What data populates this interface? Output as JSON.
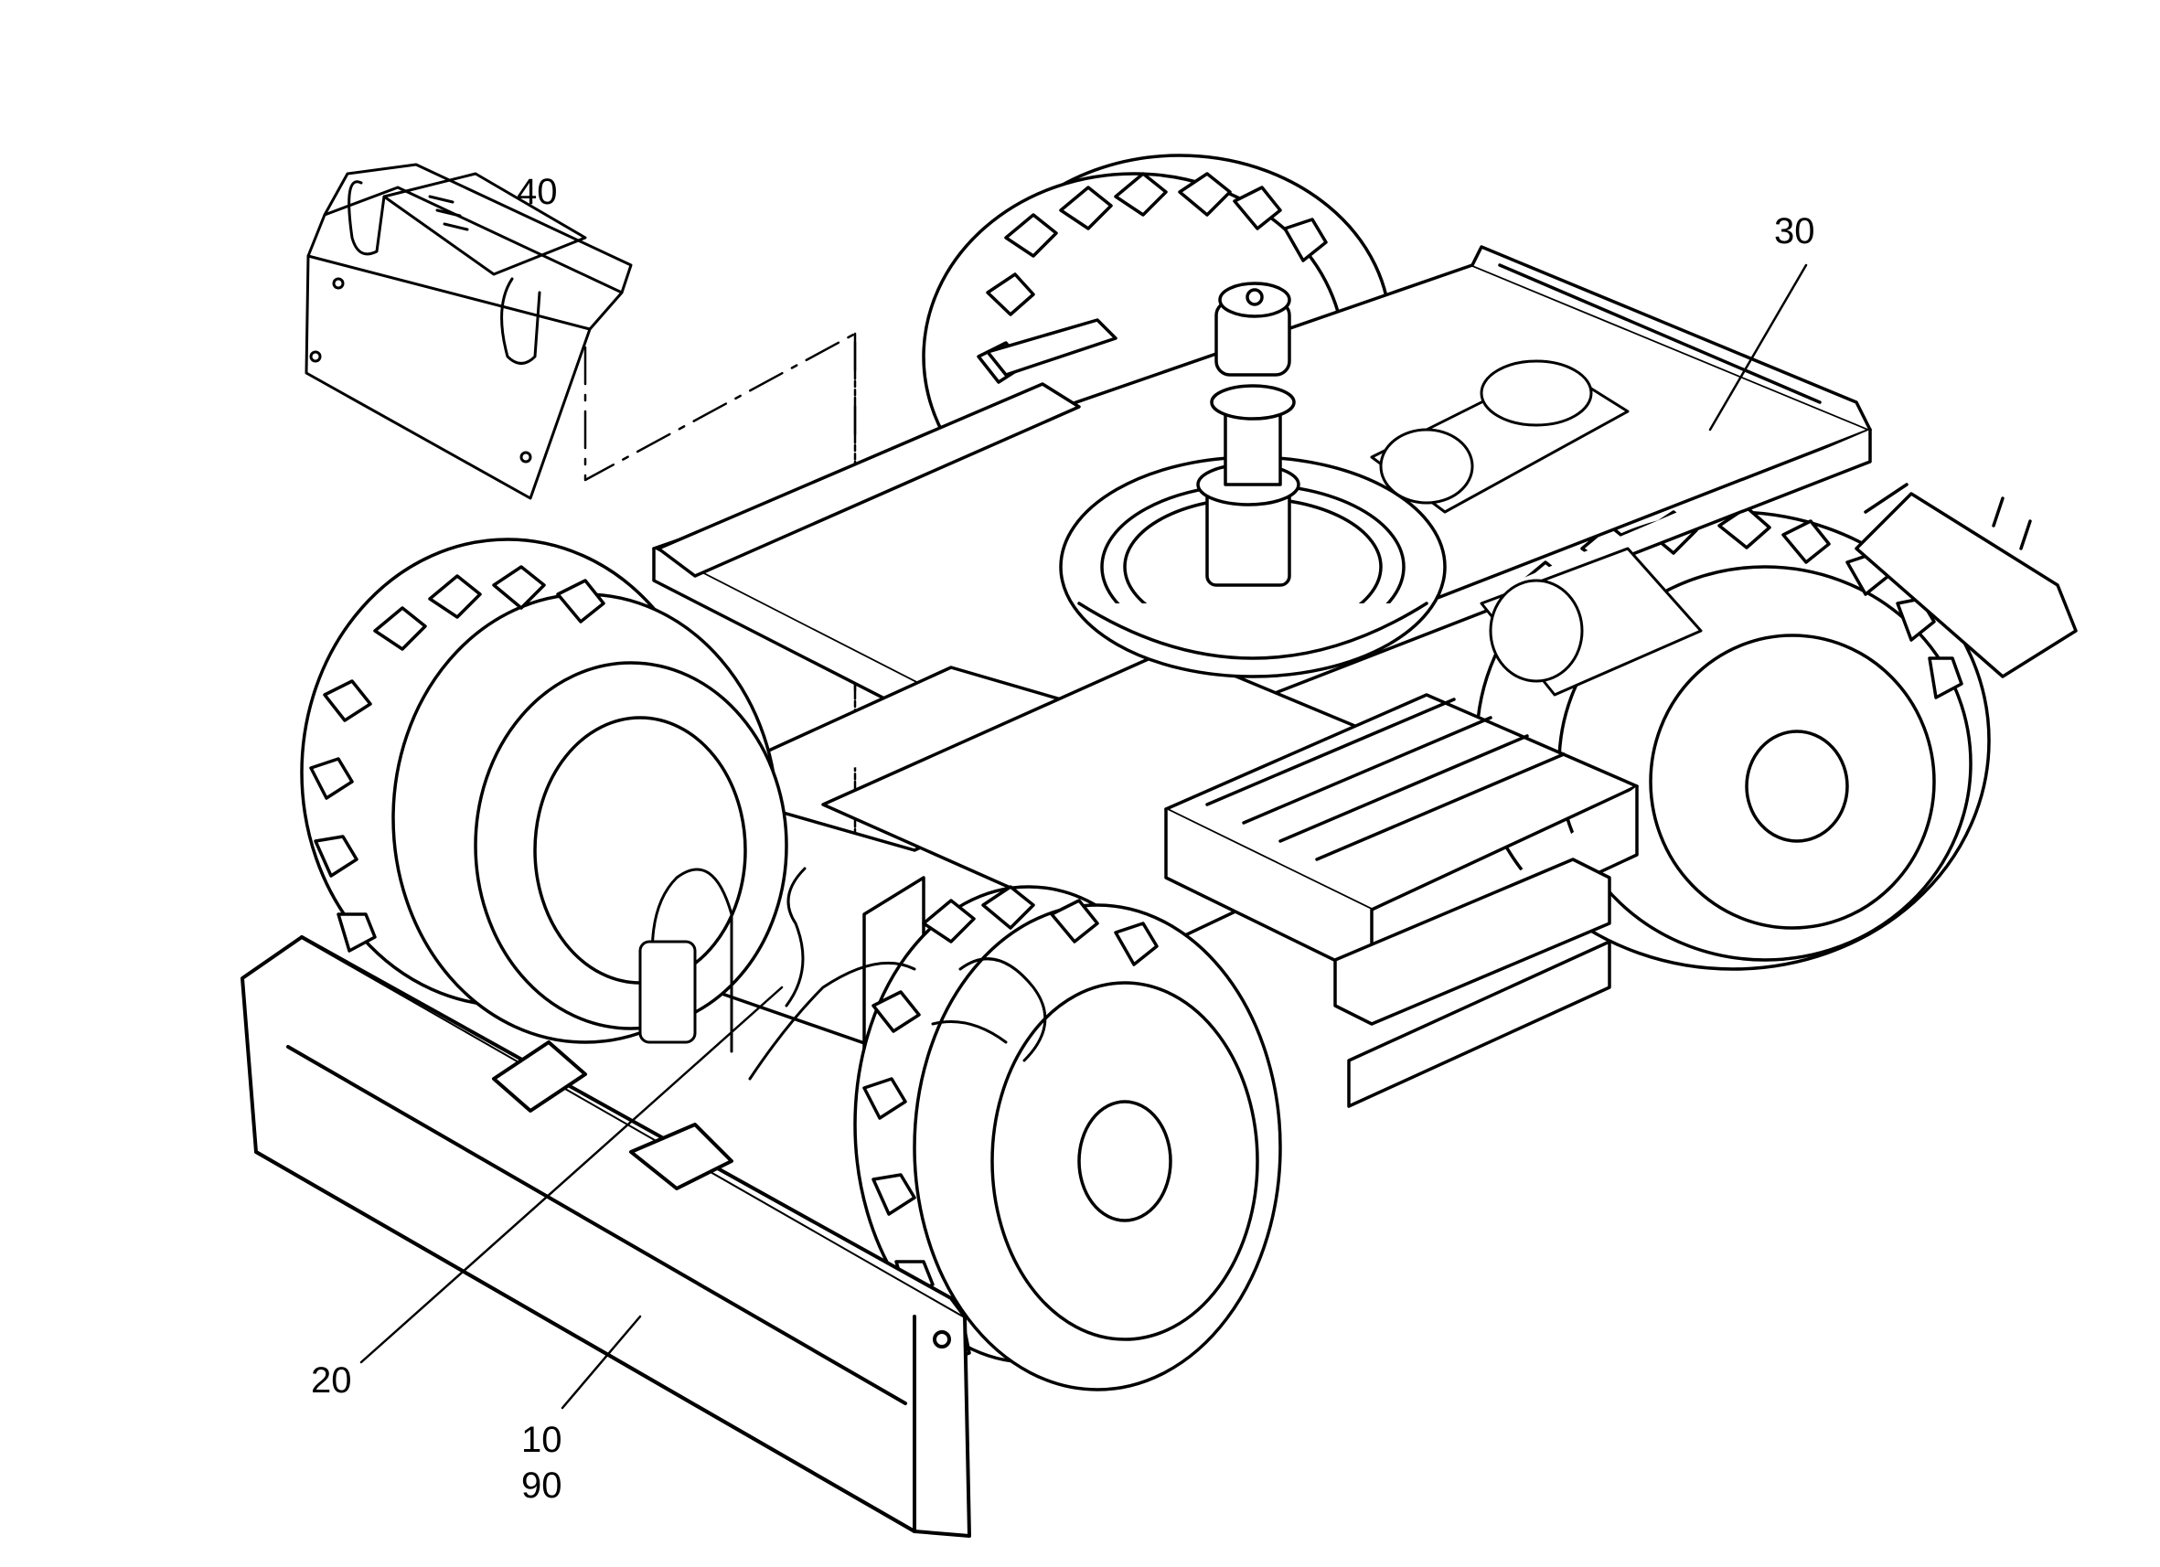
{
  "callouts": {
    "c10": "10",
    "c20": "20",
    "c30": "30",
    "c40": "40",
    "c90": "90"
  },
  "colors": {
    "ink": "#000000",
    "background": "#ffffff"
  }
}
